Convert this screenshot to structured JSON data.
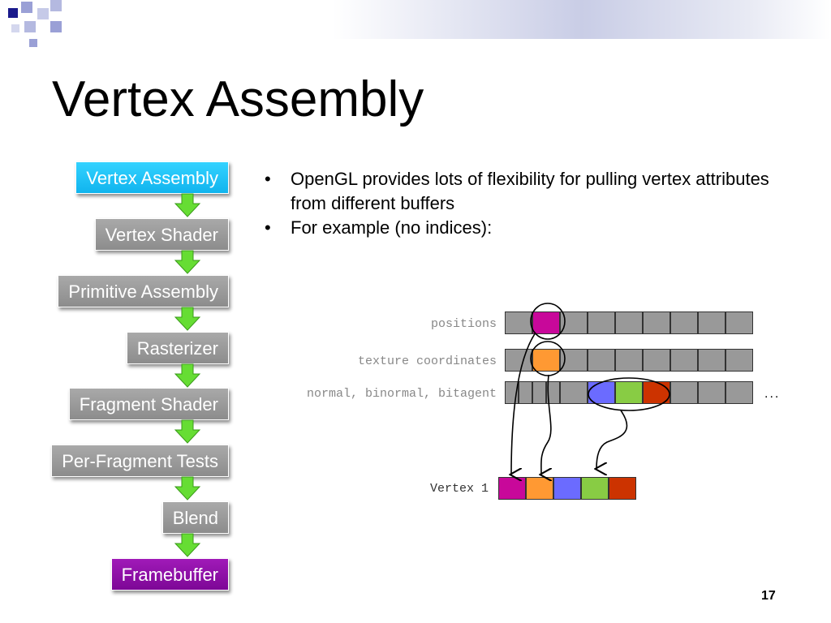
{
  "slide": {
    "title": "Vertex Assembly",
    "page_number": "17"
  },
  "pipeline": [
    {
      "label": "Vertex Assembly",
      "style": "blue"
    },
    {
      "label": "Vertex Shader",
      "style": "gray"
    },
    {
      "label": "Primitive Assembly",
      "style": "gray"
    },
    {
      "label": "Rasterizer",
      "style": "gray"
    },
    {
      "label": "Fragment Shader",
      "style": "gray"
    },
    {
      "label": "Per-Fragment Tests",
      "style": "gray"
    },
    {
      "label": "Blend",
      "style": "gray"
    },
    {
      "label": "Framebuffer",
      "style": "purple"
    }
  ],
  "bullets": [
    "OpenGL provides lots of flexibility for pulling vertex attributes from different buffers",
    "For example (no indices):"
  ],
  "buffers": {
    "positions_label": "positions",
    "texcoords_label": "texture coordinates",
    "normals_label": "normal, binormal, bitagent",
    "ellipsis": "...",
    "vertex_label": "Vertex 1"
  },
  "colors": {
    "position": "#c8089a",
    "texcoord": "#ff9933",
    "normal": "#6b6bff",
    "binormal": "#88cc44",
    "bitangent": "#cc3300",
    "empty": "#999999",
    "arrow": "#66dd33",
    "stage_blue": "#1ec4f8",
    "stage_purple": "#8e0fa8"
  }
}
